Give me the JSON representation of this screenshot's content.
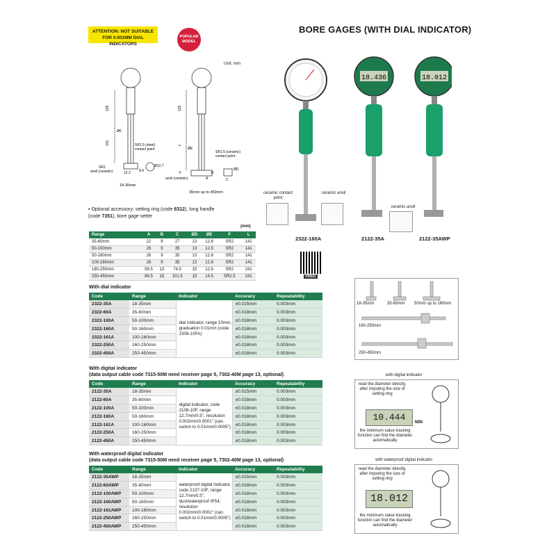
{
  "header": {
    "attention": "ATTENTION: NOT SUITABLE FOR 0.001MM DIAL INDICATORS",
    "popular": "POPULAR MODEL",
    "title": "BORE GAGES (WITH DIAL INDICATOR)"
  },
  "diagram": {
    "unit": "Unit: mm",
    "left_caption": "18-35mm",
    "right_caption": "35mm up to 450mm",
    "sr15_steel": "SR1.5 (steel)",
    "contact_point": "contact point",
    "sr1_anvil": "SR1",
    "anvil_ceramic": "anvil (ceramic)",
    "sr15_ceramic": "SR1.5 (ceramic)",
    "dim_129": "129",
    "dim_141": "141",
    "dim_122": "12.2",
    "dim_84": "8.4",
    "dim_d127": "Ø12.7",
    "dim_phi": "Ø6",
    "dim_l": "L",
    "dim_f": "F",
    "dim_a": "A",
    "dim_c": "C",
    "dim_b": "B",
    "dim_e": "ØE",
    "dim_d": "ØD"
  },
  "accessory": {
    "text1": "Optional accessory: setting ring (code ",
    "code1": "6312",
    "text2": "), long handle (code ",
    "code2": "7351",
    "text3": "), bore gage setter"
  },
  "dim_table": {
    "unit": "(mm)",
    "headers": [
      "Range",
      "A",
      "B",
      "C",
      "ØD",
      "ØE",
      "F",
      "L"
    ],
    "rows": [
      [
        "35-60mm",
        "22",
        "9",
        "27",
        "13",
        "12.8",
        "SR2",
        "141"
      ],
      [
        "50-100mm",
        "26",
        "9",
        "35",
        "13",
        "12.8",
        "SR2",
        "141"
      ],
      [
        "50-160mm",
        "26",
        "9",
        "35",
        "13",
        "12.8",
        "SR2",
        "141"
      ],
      [
        "100-160mm",
        "26",
        "9",
        "35",
        "13",
        "12.8",
        "SR2",
        "141"
      ],
      [
        "160-250mm",
        "56.5",
        "13",
        "74.5",
        "15",
        "12.8",
        "SR2",
        "241"
      ],
      [
        "250-450mm",
        "86.5",
        "15",
        "101.5",
        "15",
        "14.5",
        "SR2.5",
        "241"
      ]
    ]
  },
  "products": {
    "p1": "2322-160A",
    "p2": "2122-35A",
    "p3": "2122-35AWP",
    "ceramic_contact": "ceramic contact point",
    "ceramic_anvil": "ceramic anvil",
    "ceramic_anvil2": "ceramic anvil",
    "dial_reading": "",
    "digital_reading1": "18.436",
    "digital_reading2": "18.012",
    "video": "VIDEO"
  },
  "dial_section": {
    "title": "With dial indicator",
    "headers": [
      "Code",
      "Range",
      "Indicator",
      "Accuracy",
      "Repeatability"
    ],
    "indicator_text": "dial indicator, range 10mm, graduation 0.01mm (code 2308-10FA)",
    "rows": [
      [
        "2322-35A",
        "18-35mm",
        "±0.015mm",
        "0.003mm"
      ],
      [
        "2322-60A",
        "35-60mm",
        "±0.018mm",
        "0.003mm"
      ],
      [
        "2322-100A",
        "50-100mm",
        "±0.018mm",
        "0.003mm"
      ],
      [
        "2322-160A",
        "50-160mm",
        "±0.018mm",
        "0.003mm"
      ],
      [
        "2322-161A",
        "100-160mm",
        "±0.018mm",
        "0.003mm"
      ],
      [
        "2322-250A",
        "160-250mm",
        "±0.018mm",
        "0.003mm"
      ],
      [
        "2322-450A",
        "250-450mm",
        "±0.018mm",
        "0.003mm"
      ]
    ]
  },
  "digital_section": {
    "title": "With digital indicator",
    "subtitle": "(data output cable code 7315-50M need receiver page 5, 7302-40M page 13, optional)",
    "headers": [
      "Code",
      "Range",
      "Indicator",
      "Accuracy",
      "Repeatability"
    ],
    "indicator_text": "digital indicator, code 2108-10F, range 12.7mm/0.5\", resolution 0.002mm/0.0001\" (can switch to 0.01mm/0.0005\")",
    "rows": [
      [
        "2122-35A",
        "18-35mm",
        "±0.015mm",
        "0.003mm"
      ],
      [
        "2122-60A",
        "35-60mm",
        "±0.018mm",
        "0.003mm"
      ],
      [
        "2122-100A",
        "50-100mm",
        "±0.018mm",
        "0.003mm"
      ],
      [
        "2122-160A",
        "50-160mm",
        "±0.018mm",
        "0.003mm"
      ],
      [
        "2122-161A",
        "100-160mm",
        "±0.018mm",
        "0.003mm"
      ],
      [
        "2122-250A",
        "160-250mm",
        "±0.018mm",
        "0.003mm"
      ],
      [
        "2122-450A",
        "250-450mm",
        "±0.018mm",
        "0.003mm"
      ]
    ]
  },
  "wp_section": {
    "title": "With waterproof digital indicator",
    "subtitle": "(data output cable code 7315-50M need receiver page 5, 7302-40M page 13, optional)",
    "headers": [
      "Code",
      "Range",
      "Indicator",
      "Accuracy",
      "Repeatability"
    ],
    "indicator_text": "waterproof digital indicator, code 2137-10F, range 12.7mm/0.5\", dust/waterproof IP54, resolution 0.002mm/0.0001\" (can switch to 0.01mm/0.0005\")",
    "rows": [
      [
        "2122-35AWP",
        "18-35mm",
        "±0.015mm",
        "0.003mm"
      ],
      [
        "2122-60AWP",
        "35-60mm",
        "±0.018mm",
        "0.003mm"
      ],
      [
        "2122-100AWP",
        "50-100mm",
        "±0.018mm",
        "0.003mm"
      ],
      [
        "2122-160AWP",
        "50-160mm",
        "±0.018mm",
        "0.003mm"
      ],
      [
        "2122-161AWP",
        "100-160mm",
        "±0.018mm",
        "0.003mm"
      ],
      [
        "2122-250AWP",
        "160-250mm",
        "±0.018mm",
        "0.003mm"
      ],
      [
        "2122-450AWP",
        "250-450mm",
        "±0.018mm",
        "0.003mm"
      ]
    ]
  },
  "right_panels": {
    "heads": [
      "18-35mm",
      "35-60mm",
      "50mm up to 160mm"
    ],
    "long1": "160-250mm",
    "long2": "250-450mm",
    "digital_title": "with digital indicator",
    "read_direct": "read the diameter directly, after imputing the size of setting ring",
    "min_label": "MIN",
    "min_text": "the minimum value tracking function can find the diameter automatically",
    "digital_display": "10.444",
    "wp_title": "with waterproof digital indicator",
    "read_direct2": "read the diameter directly, after imputing the size of setting ring",
    "min_text2": "the minimum value tracking function can find the diameter automatically",
    "wp_display": "18.012"
  },
  "colors": {
    "accent": "#1f7d4e",
    "attention": "#f7e500",
    "popular": "#d6203b",
    "handle": "#1aa06a"
  }
}
